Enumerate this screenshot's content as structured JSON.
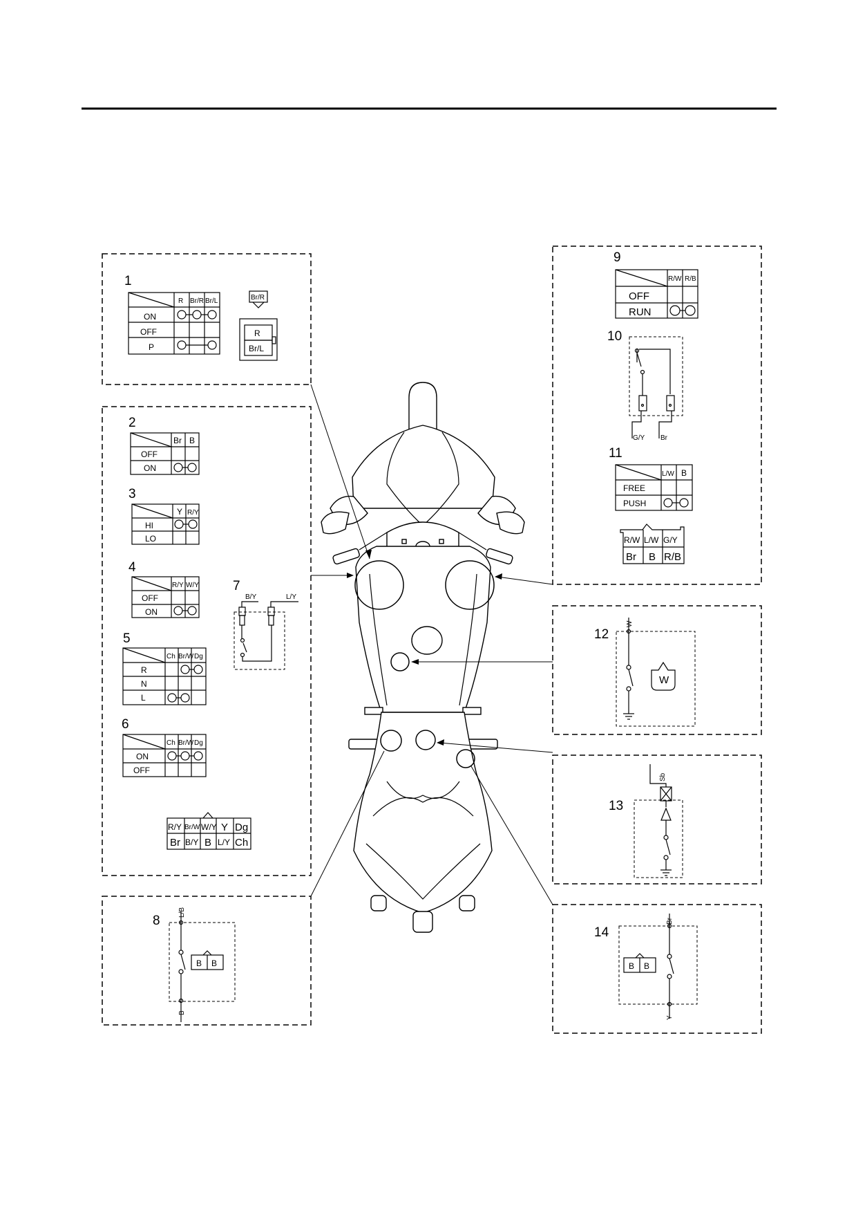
{
  "diagram": {
    "sw1": {
      "number": "1",
      "cols": [
        "R",
        "Br/R",
        "Br/L"
      ],
      "rows": [
        "ON",
        "OFF",
        "P"
      ],
      "conn_top": "Br/R",
      "conn_a": "R",
      "conn_b": "Br/L"
    },
    "sw2": {
      "number": "2",
      "cols": [
        "Br",
        "B"
      ],
      "rows": [
        "OFF",
        "ON"
      ]
    },
    "sw3": {
      "number": "3",
      "cols": [
        "Y",
        "R/Y"
      ],
      "rows": [
        "HI",
        "LO"
      ]
    },
    "sw4": {
      "number": "4",
      "cols": [
        "R/Y",
        "W/Y"
      ],
      "rows": [
        "OFF",
        "ON"
      ]
    },
    "sw5": {
      "number": "5",
      "cols": [
        "Ch",
        "Br/W",
        "Dg"
      ],
      "rows": [
        "R",
        "N",
        "L"
      ]
    },
    "sw6": {
      "number": "6",
      "cols": [
        "Ch",
        "Br/W",
        "Dg"
      ],
      "rows": [
        "ON",
        "OFF"
      ]
    },
    "sw7": {
      "number": "7",
      "wire_left": "B/Y",
      "wire_right": "L/Y"
    },
    "conn_left": {
      "top": [
        "R/Y",
        "Br/W",
        "W/Y",
        "Y",
        "Dg"
      ],
      "bottom": [
        "Br",
        "B/Y",
        "B",
        "L/Y",
        "Ch"
      ]
    },
    "sw8": {
      "number": "8",
      "wire_top": "L/B",
      "wire_bottom": "B",
      "conn": [
        "B",
        "B"
      ]
    },
    "sw9": {
      "number": "9",
      "cols": [
        "R/W",
        "R/B"
      ],
      "rows": [
        "OFF",
        "RUN"
      ]
    },
    "sw10": {
      "number": "10",
      "wire_left": "G/Y",
      "wire_right": "Br"
    },
    "sw11": {
      "number": "11",
      "cols": [
        "L/W",
        "B"
      ],
      "rows": [
        "FREE",
        "PUSH"
      ]
    },
    "conn_right": {
      "top": [
        "R/W",
        "L/W",
        "G/Y"
      ],
      "bottom": [
        "Br",
        "B",
        "R/B"
      ]
    },
    "sw12": {
      "number": "12",
      "wire": "W",
      "conn": "W"
    },
    "sw13": {
      "number": "13",
      "wire": "Sb"
    },
    "sw14": {
      "number": "14",
      "wire_top": "Br",
      "wire_bottom": "Y",
      "conn": [
        "B",
        "B"
      ]
    }
  }
}
